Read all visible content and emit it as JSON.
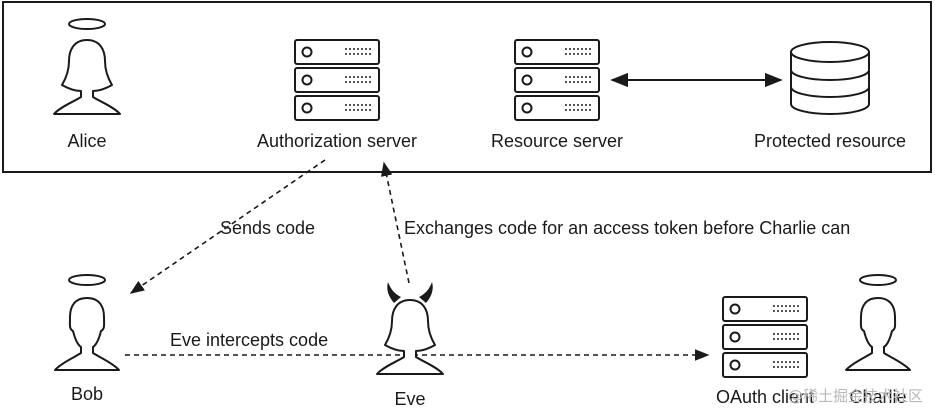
{
  "actors": {
    "alice": "Alice",
    "bob": "Bob",
    "eve": "Eve",
    "charlie": "Charlie"
  },
  "servers": {
    "authorization": "Authorization server",
    "resource": "Resource server",
    "protected": "Protected resource",
    "oauth_client": "OAuth client"
  },
  "flows": {
    "sends_code": "Sends code",
    "intercepts": "Eve intercepts code",
    "exchanges": "Exchanges code for an access token before Charlie can"
  },
  "watermark": "@稀土掘金技术社区",
  "colors": {
    "stroke": "#1a1a1a",
    "fill": "#ffffff",
    "watermark": "#b8b8b8"
  }
}
